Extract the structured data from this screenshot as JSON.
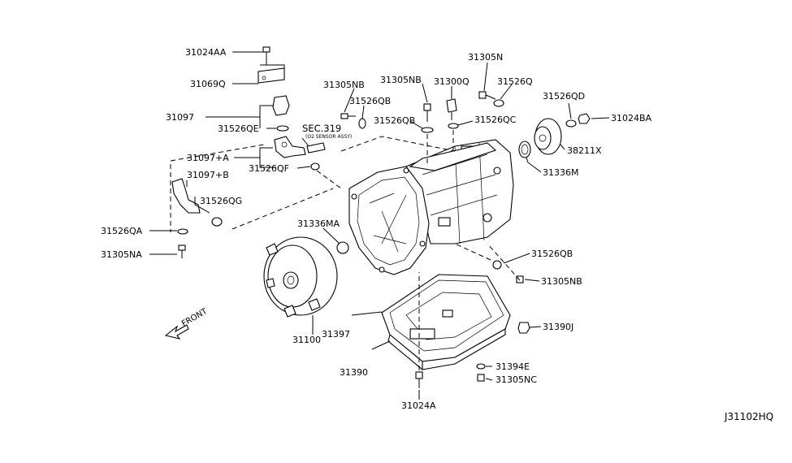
{
  "diagram_id": "J31102HQ",
  "callouts": {
    "c31024AA": "31024AA",
    "c31069Q": "31069Q",
    "c31097": "31097",
    "c31526QE": "31526QE",
    "c31097A": "31097+A",
    "c31097B": "31097+B",
    "c31526QG": "31526QG",
    "c31526QA": "31526QA",
    "c31305NA": "31305NA",
    "c31526QF": "31526QF",
    "sec319": "SEC.319",
    "sec319sub": "(O2 SENSOR ASSY)",
    "c31305NB_1": "31305NB",
    "c31526QB_1": "31526QB",
    "c31305NB_2": "31305NB",
    "c31526QB_2": "31526QB",
    "c31300Q": "31300Q",
    "c31305N": "31305N",
    "c31526Q": "31526Q",
    "c31526QC": "31526QC",
    "c31526QD": "31526QD",
    "c31024BA": "31024BA",
    "c38211X": "38211X",
    "c31336M": "31336M",
    "c31336MA": "31336MA",
    "c31526QB_3": "31526QB",
    "c31305NB_3": "31305NB",
    "c31390J": "31390J",
    "c31394E": "31394E",
    "c31305NC": "31305NC",
    "c31100": "31100",
    "c31397": "31397",
    "c31390": "31390",
    "c31024A": "31024A",
    "front": "FRONT"
  }
}
